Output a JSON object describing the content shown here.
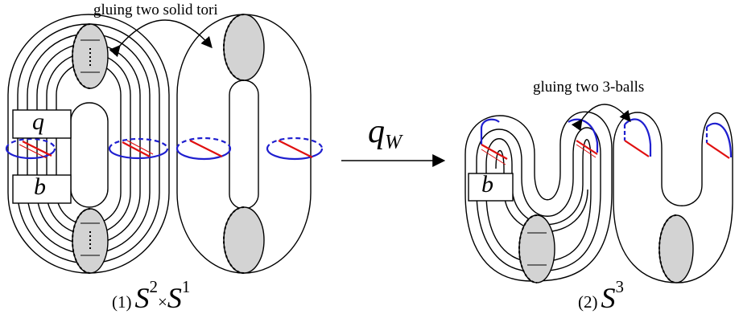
{
  "labels": {
    "top_left": "gluing two solid tori",
    "top_right": "gluing two 3-balls",
    "box_q": "q",
    "box_b_left": "b",
    "box_b_right": "b",
    "arrow_main": "q",
    "arrow_sub": "W",
    "caption_left_num": "(1)",
    "caption_left_S1": "S",
    "caption_left_exp1": "2",
    "caption_left_times": "×",
    "caption_left_S2": "S",
    "caption_left_exp2": "1",
    "caption_right_num": "(2)",
    "caption_right_S": "S",
    "caption_right_exp": "3"
  },
  "colors": {
    "stroke": "#000000",
    "disk_fill": "#d3d3d3",
    "blue": "#1f1fcf",
    "red": "#e01010"
  }
}
